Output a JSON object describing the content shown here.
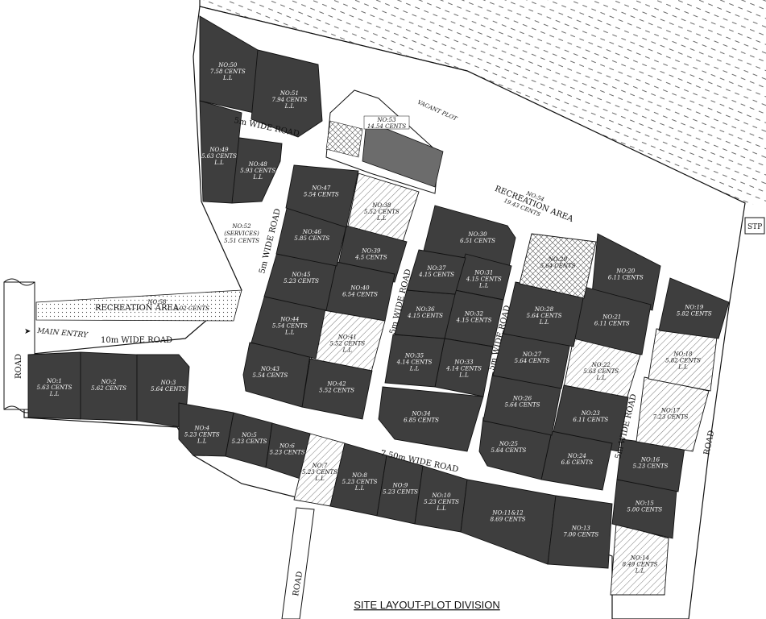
{
  "title": "SITE LAYOUT-PLOT DIVISION",
  "vacant_plot": "VACANT PLOT",
  "main_entry": "MAIN ENTRY",
  "road_left": "ROAD",
  "road_bottom": "ROAD",
  "road_right": "ROAD",
  "road_10m": "10m WIDE ROAD",
  "road_750": "7.50m WIDE ROAD",
  "road_5m_top": "5m WIDE ROAD",
  "road_5m_a": "5m WIDE ROAD",
  "road_5m_b": "5m WIDE ROAD",
  "road_5m_c": "5m WIDE ROAD",
  "road_5m_d": "5m WIDE ROAD",
  "str_label": "STP",
  "recreation_58": {
    "no": "NO:58",
    "name": "RECREATION AREA",
    "cents": "9.02 CENTS"
  },
  "recreation_54": {
    "no": "NO:54",
    "name": "RECREATION AREA",
    "cents": "19.43 CENTS"
  },
  "plot_53": {
    "no": "NO:53",
    "cents": "14.54 CENTS"
  },
  "plot_52": {
    "no": "NO:52",
    "sub": "(SERVICES)",
    "cents": "5.51 CENTS"
  },
  "colors": {
    "plot": "#3e3e3e",
    "road": "#ffffff",
    "outline": "#111111"
  },
  "plots": [
    {
      "no": "NO:1",
      "cents": "5.63 CENTS",
      "ll": "L.L",
      "style": "dark"
    },
    {
      "no": "NO:2",
      "cents": "5.62 CENTS",
      "ll": "",
      "style": "dark"
    },
    {
      "no": "NO:3",
      "cents": "5.64 CENTS",
      "ll": "",
      "style": "dark"
    },
    {
      "no": "NO:4",
      "cents": "5.23 CENTS",
      "ll": "L.L",
      "style": "dark"
    },
    {
      "no": "NO:5",
      "cents": "5.23 CENTS",
      "ll": "",
      "style": "dark"
    },
    {
      "no": "NO:6",
      "cents": "5.23 CENTS",
      "ll": "",
      "style": "dark"
    },
    {
      "no": "NO:7",
      "cents": "5.23 CENTS",
      "ll": "L.L",
      "style": "hatch"
    },
    {
      "no": "NO:8",
      "cents": "5.23 CENTS",
      "ll": "L.L",
      "style": "dark"
    },
    {
      "no": "NO:9",
      "cents": "5.23 CENTS",
      "ll": "",
      "style": "dark"
    },
    {
      "no": "NO:10",
      "cents": "5.23 CENTS",
      "ll": "L.L",
      "style": "dark"
    },
    {
      "no": "NO:11&12",
      "cents": "8.69 CENTS",
      "ll": "",
      "style": "dark"
    },
    {
      "no": "NO:13",
      "cents": "7.00 CENTS",
      "ll": "",
      "style": "dark"
    },
    {
      "no": "NO:14",
      "cents": "8.49 CENTS",
      "ll": "L.L",
      "style": "hatch"
    },
    {
      "no": "NO:15",
      "cents": "5.00 CENTS",
      "ll": "",
      "style": "dark"
    },
    {
      "no": "NO:16",
      "cents": "5.23 CENTS",
      "ll": "",
      "style": "dark"
    },
    {
      "no": "NO:17",
      "cents": "7.23 CENTS",
      "ll": "",
      "style": "hatch"
    },
    {
      "no": "NO:18",
      "cents": "5.82 CENTS",
      "ll": "L.L",
      "style": "hatch"
    },
    {
      "no": "NO:19",
      "cents": "5.82 CENTS",
      "ll": "",
      "style": "dark"
    },
    {
      "no": "NO:20",
      "cents": "6.11 CENTS",
      "ll": "",
      "style": "dark"
    },
    {
      "no": "NO:21",
      "cents": "6.11 CENTS",
      "ll": "",
      "style": "dark"
    },
    {
      "no": "NO:22",
      "cents": "5.63 CENTS",
      "ll": "L.L",
      "style": "hatch"
    },
    {
      "no": "NO:23",
      "cents": "6.11 CENTS",
      "ll": "",
      "style": "dark"
    },
    {
      "no": "NO:24",
      "cents": "6.6 CENTS",
      "ll": "",
      "style": "dark"
    },
    {
      "no": "NO:25",
      "cents": "5.64 CENTS",
      "ll": "",
      "style": "dark"
    },
    {
      "no": "NO:26",
      "cents": "5.64 CENTS",
      "ll": "",
      "style": "dark"
    },
    {
      "no": "NO:27",
      "cents": "5.64 CENTS",
      "ll": "",
      "style": "dark"
    },
    {
      "no": "NO:28",
      "cents": "5.64 CENTS",
      "ll": "L.L",
      "style": "dark"
    },
    {
      "no": "NO:29",
      "cents": "5.64 CENTS",
      "ll": "",
      "style": "cross"
    },
    {
      "no": "NO:30",
      "cents": "6.51 CENTS",
      "ll": "",
      "style": "dark"
    },
    {
      "no": "NO:31",
      "cents": "4.15 CENTS",
      "ll": "L.L",
      "style": "dark"
    },
    {
      "no": "NO:32",
      "cents": "4.15 CENTS",
      "ll": "",
      "style": "dark"
    },
    {
      "no": "NO:33",
      "cents": "4.14 CENTS",
      "ll": "L.L",
      "style": "dark"
    },
    {
      "no": "NO:34",
      "cents": "6.85 CENTS",
      "ll": "",
      "style": "dark"
    },
    {
      "no": "NO:35",
      "cents": "4.14 CENTS",
      "ll": "L.L",
      "style": "dark"
    },
    {
      "no": "NO:36",
      "cents": "4.15 CENTS",
      "ll": "",
      "style": "dark"
    },
    {
      "no": "NO:37",
      "cents": "4.15 CENTS",
      "ll": "",
      "style": "dark"
    },
    {
      "no": "NO:38",
      "cents": "5.52 CENTS",
      "ll": "L.L",
      "style": "hatch"
    },
    {
      "no": "NO:39",
      "cents": "4.5 CENTS",
      "ll": "",
      "style": "dark"
    },
    {
      "no": "NO:40",
      "cents": "6.54 CENTS",
      "ll": "",
      "style": "dark"
    },
    {
      "no": "NO:41",
      "cents": "5.52 CENTS",
      "ll": "L.L",
      "style": "hatch"
    },
    {
      "no": "NO:42",
      "cents": "5.52 CENTS",
      "ll": "",
      "style": "dark"
    },
    {
      "no": "NO:43",
      "cents": "5.54 CENTS",
      "ll": "",
      "style": "dark"
    },
    {
      "no": "NO:44",
      "cents": "5.54 CENTS",
      "ll": "L.L",
      "style": "dark"
    },
    {
      "no": "NO:45",
      "cents": "5.23 CENTS",
      "ll": "",
      "style": "dark"
    },
    {
      "no": "NO:46",
      "cents": "5.85 CENTS",
      "ll": "",
      "style": "dark"
    },
    {
      "no": "NO:47",
      "cents": "5.54 CENTS",
      "ll": "",
      "style": "dark"
    },
    {
      "no": "NO:48",
      "cents": "5.93 CENTS",
      "ll": "L.L",
      "style": "dark"
    },
    {
      "no": "NO:49",
      "cents": "5.63 CENTS",
      "ll": "L.L",
      "style": "dark"
    },
    {
      "no": "NO:50",
      "cents": "7.58 CENTS",
      "ll": "L.L",
      "style": "dark"
    },
    {
      "no": "NO:51",
      "cents": "7.94 CENTS",
      "ll": "L.L",
      "style": "dark"
    }
  ]
}
